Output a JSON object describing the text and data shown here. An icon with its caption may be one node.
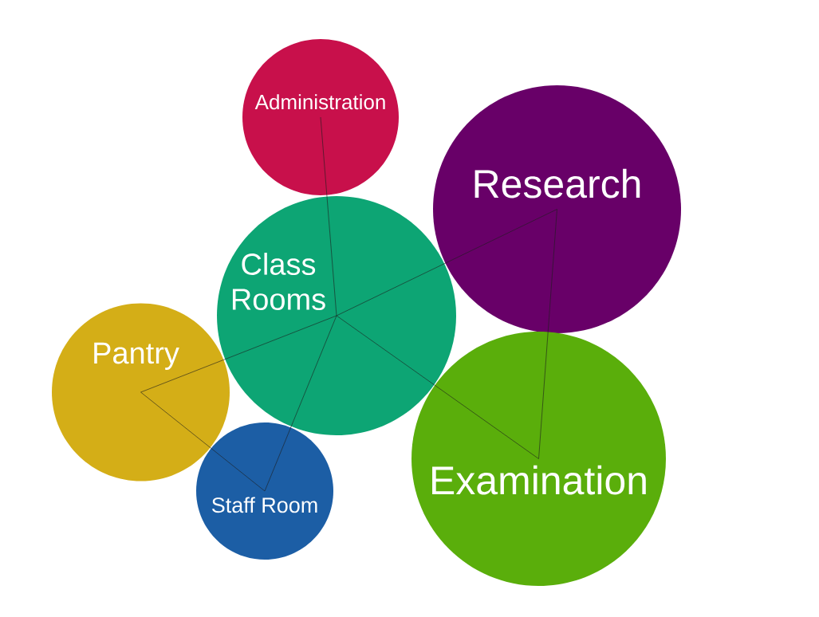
{
  "diagram": {
    "nodes": [
      {
        "text": [
          "Administration"
        ]
      },
      {
        "text": [
          "Research"
        ]
      },
      {
        "text": [
          "Class Rooms"
        ]
      },
      {
        "text": [
          "Pantry"
        ]
      },
      {
        "text": [
          "Examination"
        ]
      },
      {
        "text": [
          "Staff Room"
        ]
      }
    ],
    "edges": [
      {
        "from": 0,
        "to": 2,
        "arrow": "none"
      },
      {
        "from": 1,
        "to": 2,
        "arrow": "none"
      },
      {
        "from": 1,
        "to": 4,
        "arrow": "none"
      },
      {
        "from": 2,
        "to": 4,
        "arrow": "none"
      },
      {
        "from": 2,
        "to": 3,
        "arrow": "none"
      },
      {
        "from": 2,
        "to": 5,
        "arrow": "none"
      },
      {
        "from": 3,
        "to": 5,
        "arrow": "none"
      }
    ]
  }
}
